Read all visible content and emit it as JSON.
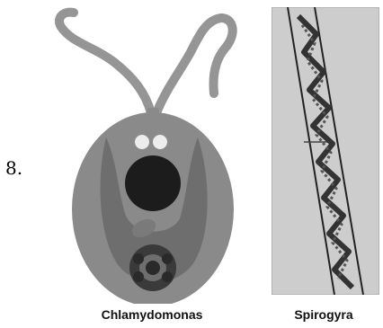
{
  "question": {
    "number": "8."
  },
  "figures": [
    {
      "caption": "Chlamydomonas"
    },
    {
      "caption": "Spirogyra"
    }
  ],
  "colors": {
    "cell_body": "#8a8a8a",
    "flagella": "#959595",
    "chloroplast": "#6e6e6e",
    "nucleus": "#1c1c1c",
    "pyrenoid_ring": "#3a3a3a",
    "eyespots": "#ededed",
    "spirogyra_background": "#cdcdcd"
  }
}
